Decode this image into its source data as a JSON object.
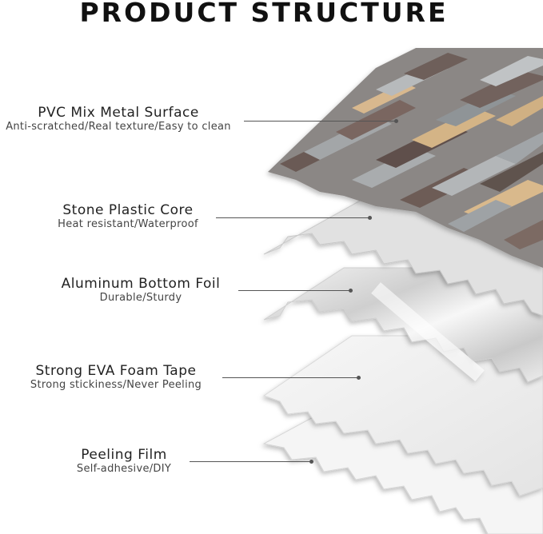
{
  "title": "PRODUCT STRUCTURE",
  "layers": [
    {
      "name": "PVC Mix Metal Surface",
      "desc": "Anti-scratched/Real texture/Easy to clean"
    },
    {
      "name": "Stone Plastic Core",
      "desc": "Heat resistant/Waterproof"
    },
    {
      "name": "Aluminum Bottom Foil",
      "desc": "Durable/Sturdy"
    },
    {
      "name": "Strong EVA Foam Tape",
      "desc": "Strong stickiness/Never Peeling"
    },
    {
      "name": "Peeling Film",
      "desc": "Self-adhesive/DIY"
    }
  ],
  "colors": {
    "wood_dark": "#6b5a55",
    "wood_gray": "#9aa0a4",
    "wood_tan": "#d8b88e",
    "core": "#dcdcdc",
    "foil": "#e6e6e6",
    "foam": "#f0f0f0",
    "film": "#f4f4f4"
  }
}
